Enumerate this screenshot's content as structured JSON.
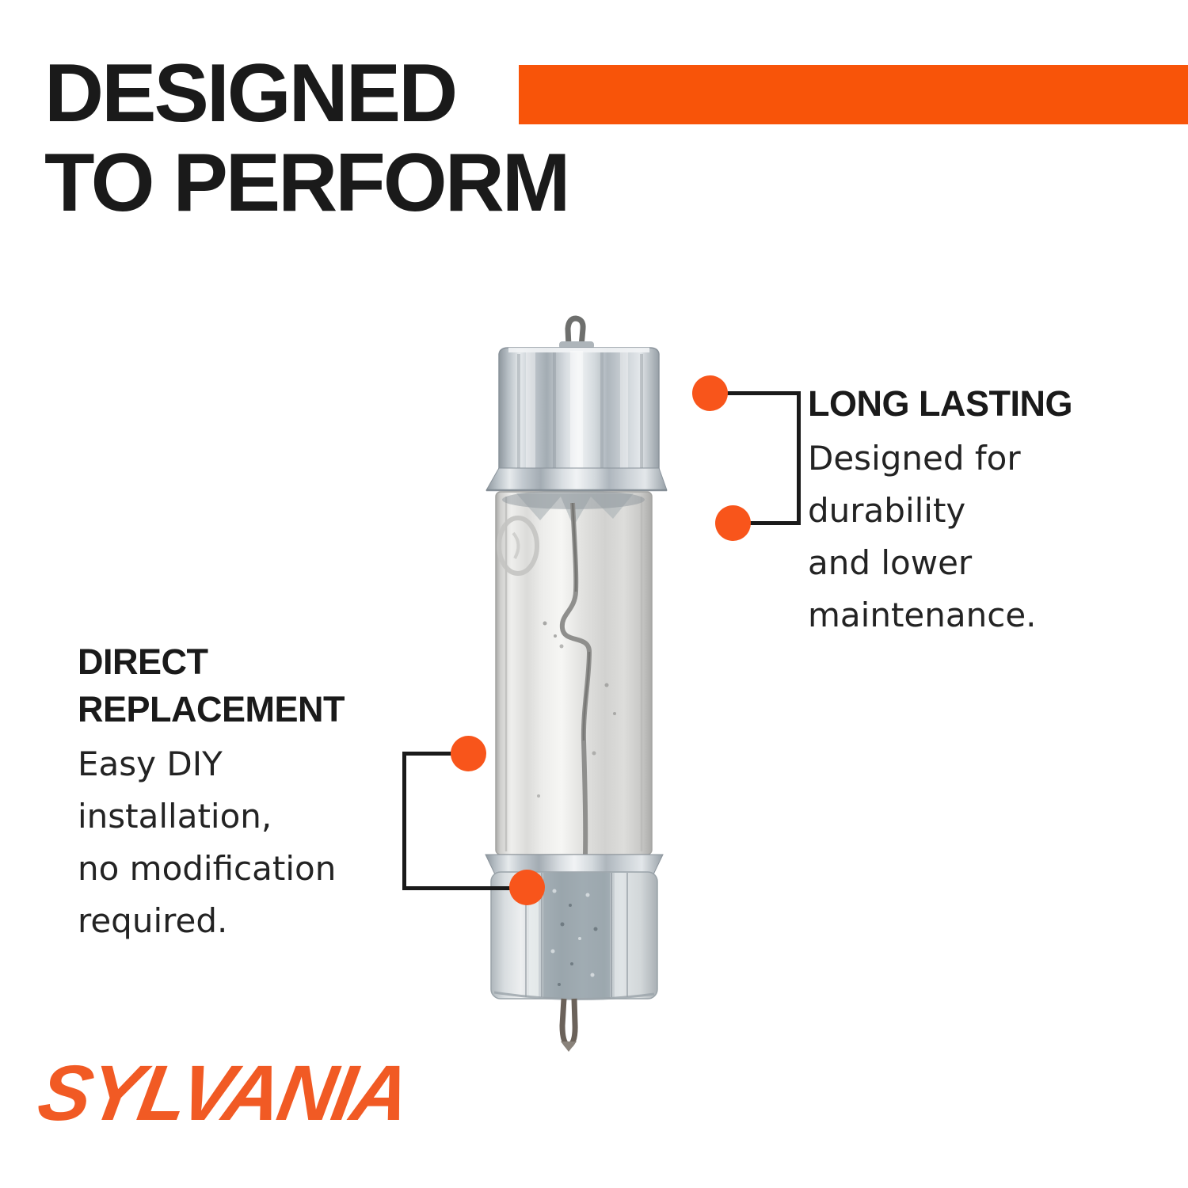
{
  "title": {
    "line1": "DESIGNED",
    "line2": "TO PERFORM"
  },
  "callouts": {
    "long_lasting": {
      "heading": "LONG LASTING",
      "lines": [
        "Designed for",
        "durability",
        "and lower",
        "maintenance."
      ]
    },
    "direct_replacement": {
      "heading_lines": [
        "DIRECT",
        "REPLACEMENT"
      ],
      "lines": [
        "Easy DIY",
        "installation,",
        "no modification",
        "required."
      ]
    }
  },
  "brand": {
    "logo_text": "SYLVANIA"
  },
  "product_image": {
    "name": "festoon-bulb-photo"
  },
  "colors": {
    "background": "#FFFFFF",
    "accent_bar": "#F85409",
    "callout_dot": "#F8551B",
    "connector_line": "#1A1A1A",
    "heading_text": "#1A1A1A",
    "body_text": "#232323",
    "logo_orange": "#F15A24"
  }
}
